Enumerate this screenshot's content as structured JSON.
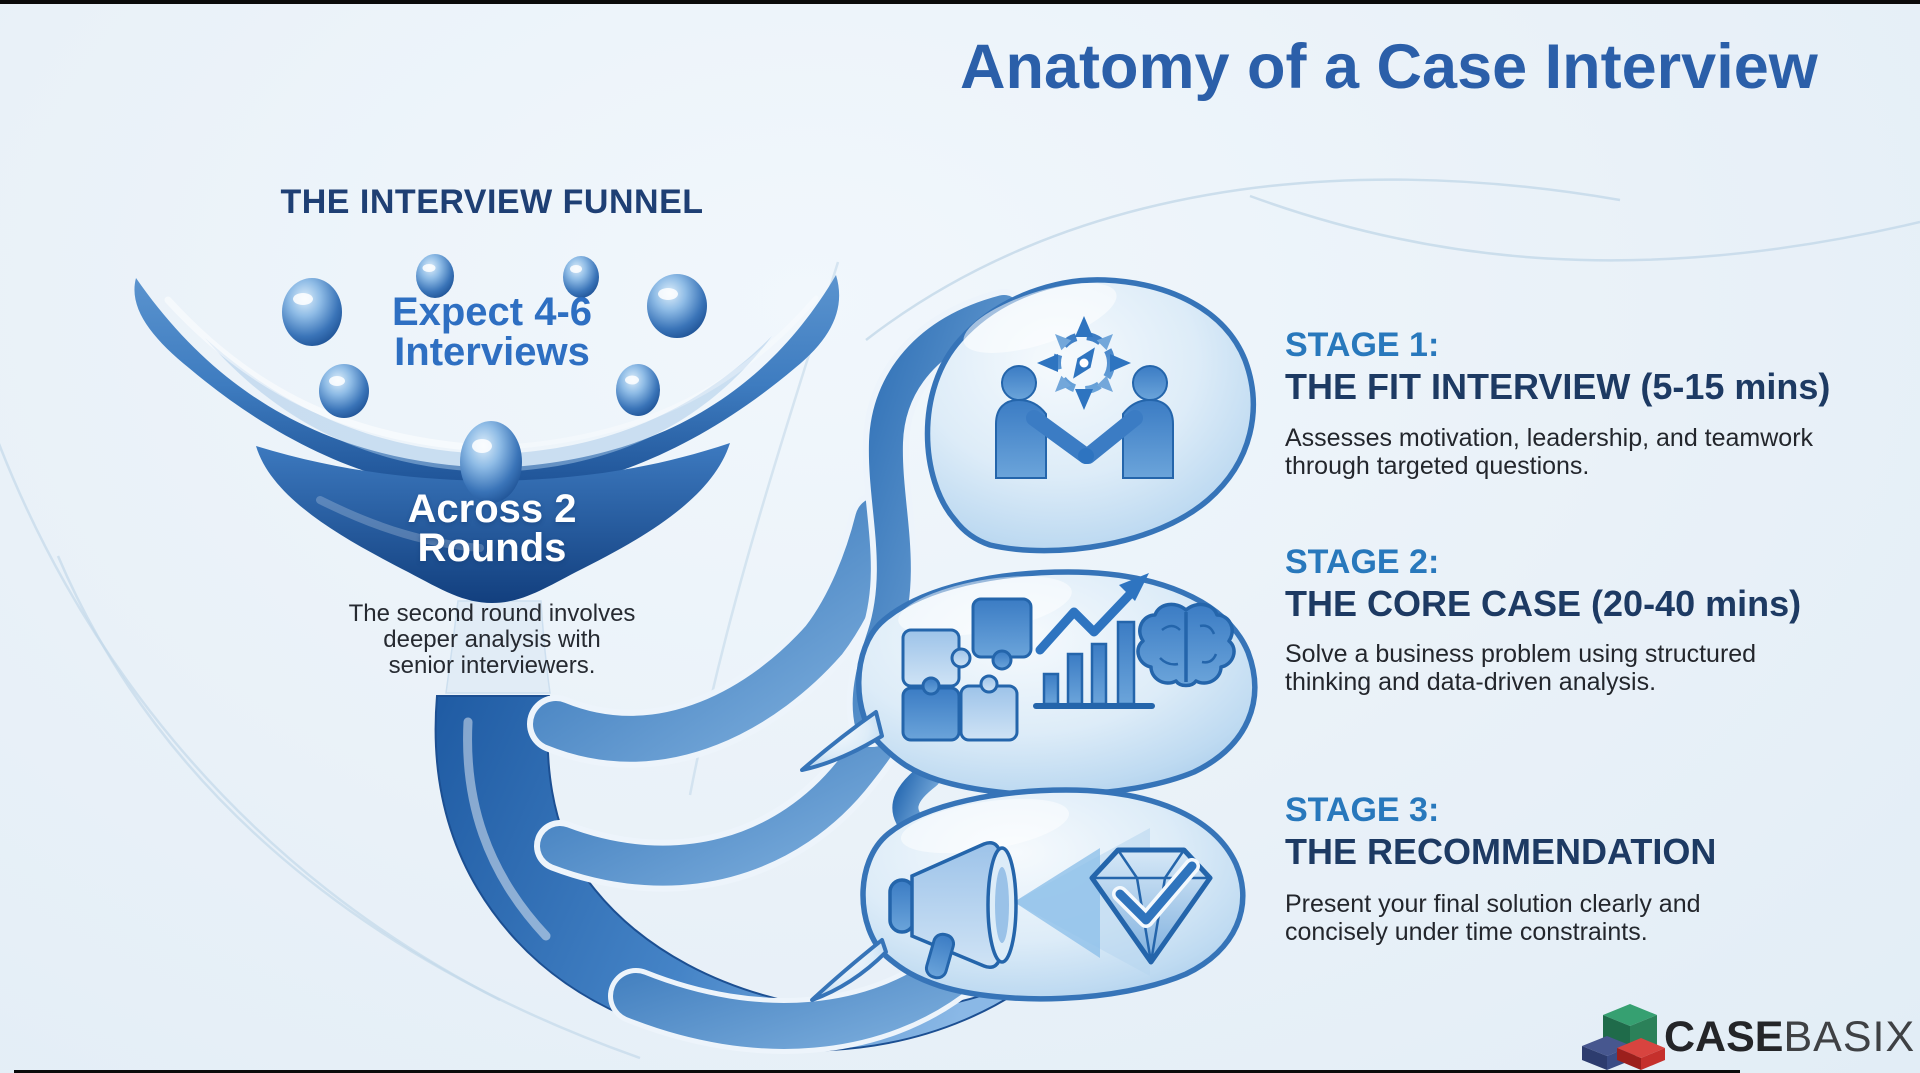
{
  "title": "Anatomy of a Case Interview",
  "funnel": {
    "heading": "THE INTERVIEW FUNNEL",
    "expect_lines": [
      "Expect 4-6",
      "Interviews"
    ],
    "across_lines": [
      "Across 2",
      "Rounds"
    ],
    "note_lines": [
      "The second round involves",
      "deeper analysis with",
      "senior interviewers."
    ]
  },
  "stages": [
    {
      "label": "STAGE 1:",
      "title": "THE FIT INTERVIEW (5-15 mins)",
      "body_lines": [
        "Assesses motivation, leadership, and teamwork",
        "through targeted questions."
      ],
      "icon": "handshake-compass-icon"
    },
    {
      "label": "STAGE 2:",
      "title": "THE CORE CASE (20-40 mins)",
      "body_lines": [
        "Solve a business problem using structured",
        "thinking and data-driven analysis."
      ],
      "icon": "puzzle-chart-brain-icon"
    },
    {
      "label": "STAGE 3:",
      "title": "THE RECOMMENDATION",
      "body_lines": [
        "Present your final solution clearly and",
        "concisely under time constraints."
      ],
      "icon": "megaphone-diamond-check-icon"
    }
  ],
  "brand": {
    "name_bold": "CASE",
    "name_light": "BASIX"
  },
  "colors": {
    "background": "#e9f1f8",
    "title_blue": "#2b5fa9",
    "funnel_heading_navy": "#1e3f74",
    "accent_blue": "#2e6fc2",
    "stage_label_blue": "#2878bc",
    "heading_navy": "#1d3a63",
    "body_text": "#23262c",
    "funnel_blue": "#2f6cb4",
    "droplet_outline": "#3674b8",
    "logo_green": "#2f8f63",
    "logo_navy": "#3a4c85",
    "logo_red": "#c5302c"
  }
}
